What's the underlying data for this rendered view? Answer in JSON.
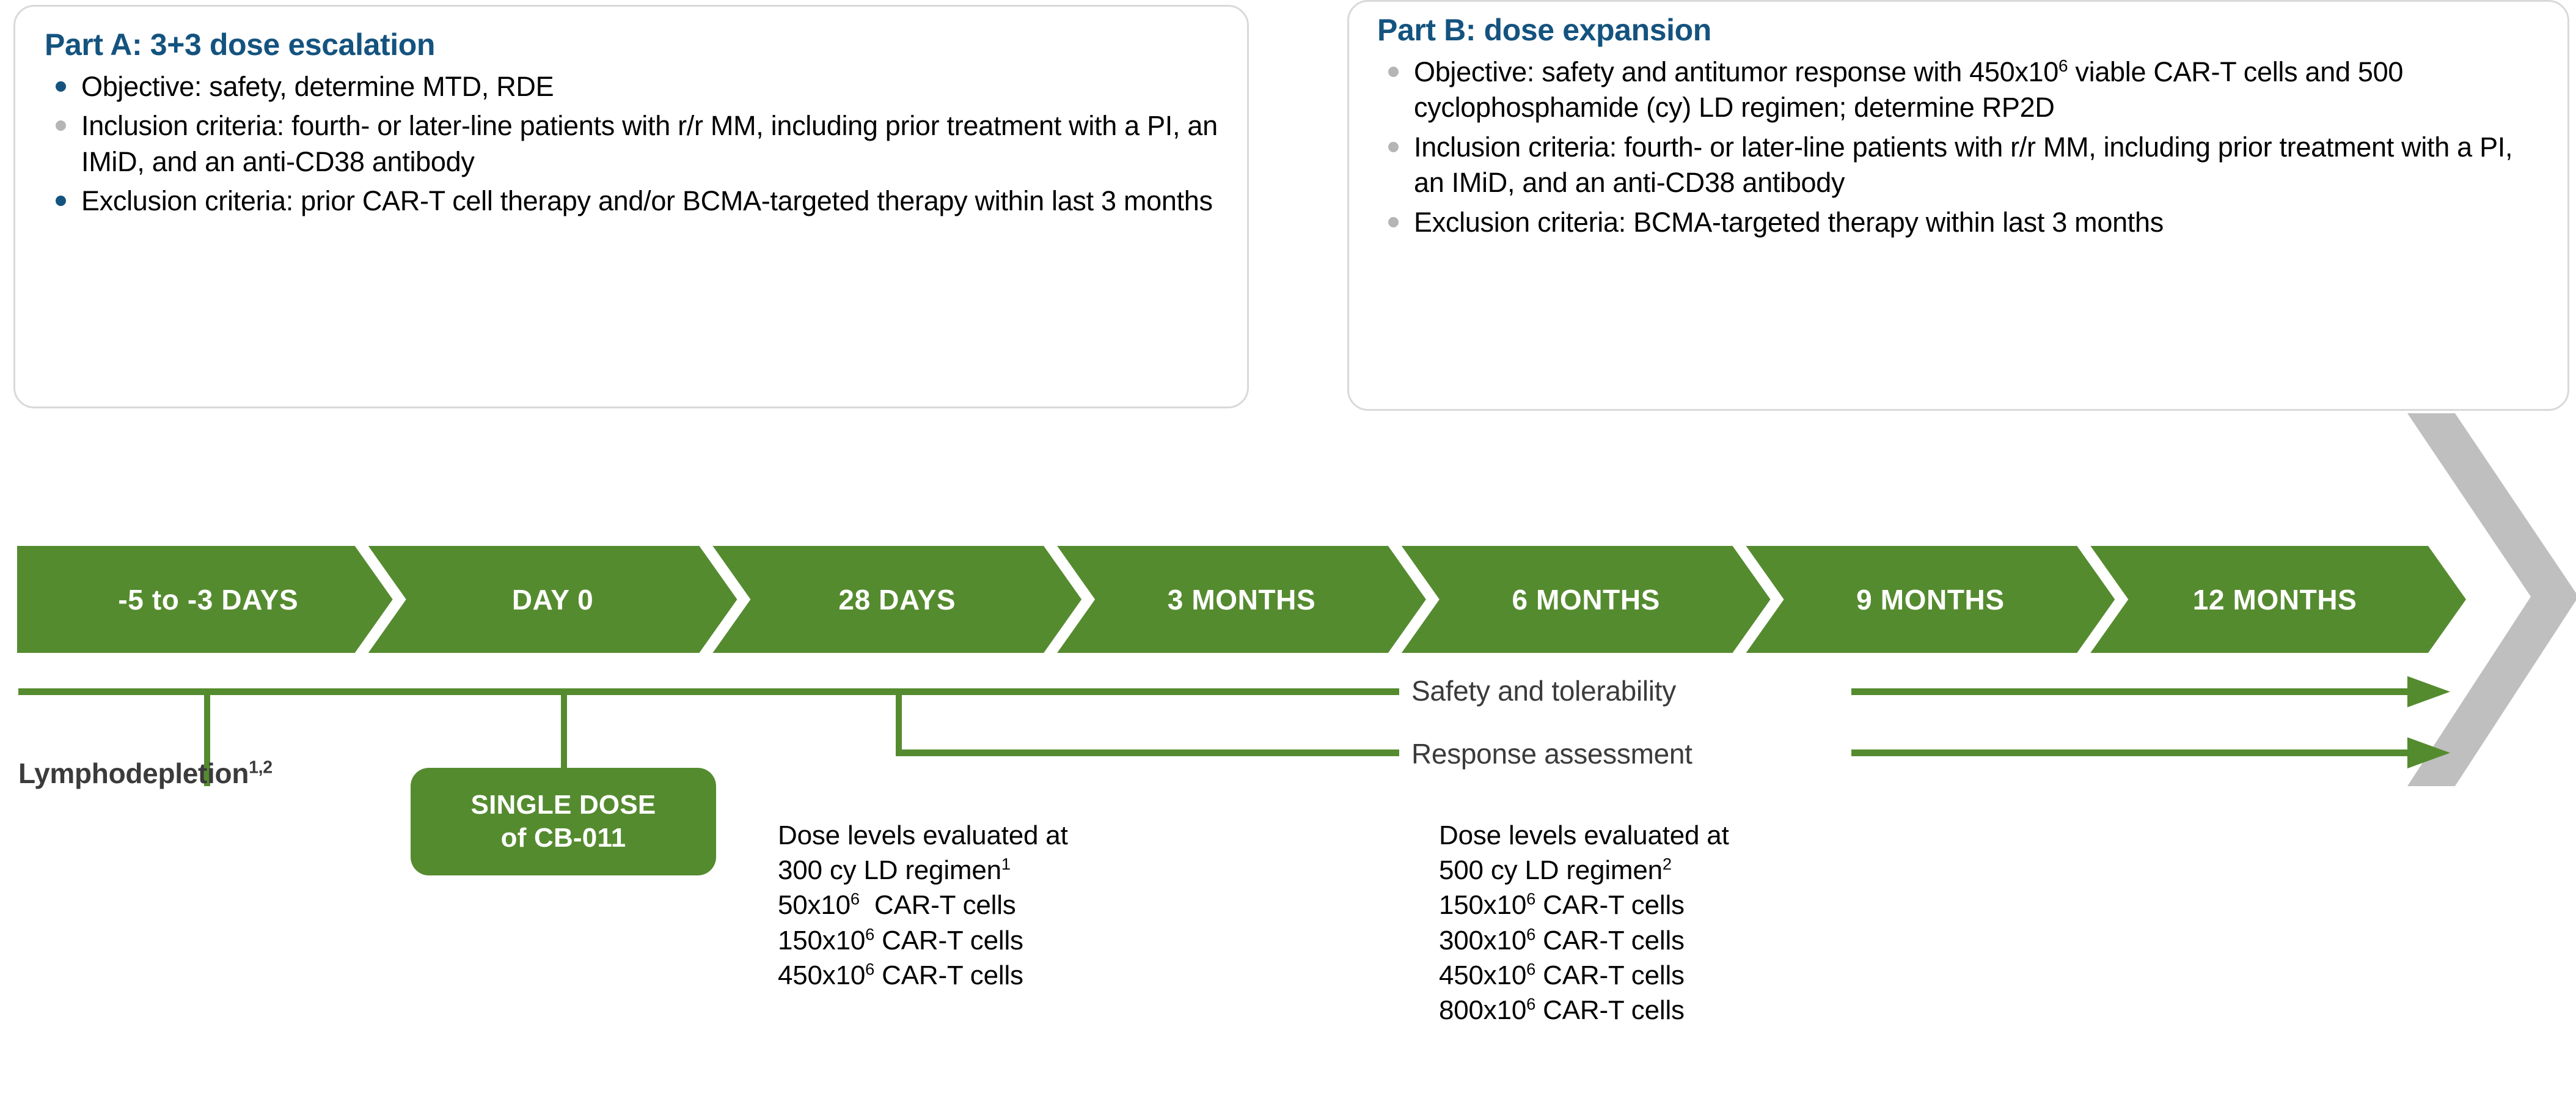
{
  "cards": [
    {
      "id": "part-a",
      "title": "Part A: 3+3 dose escalation",
      "bullets": [
        {
          "marker": "blue",
          "text": "Objective: safety, determine MTD, RDE"
        },
        {
          "marker": "grey",
          "text": "Inclusion criteria: fourth- or later-line patients with r/r MM, including prior treatment with a PI, an IMiD, and an anti-CD38 antibody"
        },
        {
          "marker": "blue",
          "text": "Exclusion criteria: prior CAR-T cell therapy and/or BCMA-targeted therapy within last 3 months"
        }
      ]
    },
    {
      "id": "part-b",
      "title": "Part B: dose expansion",
      "bullets": [
        {
          "marker": "grey",
          "html": "Objective: safety and antitumor response with 450x10<sup>6</sup> viable CAR-T cells and 500 cyclophosphamide (cy) LD regimen; determine RP2D"
        },
        {
          "marker": "grey",
          "html": "Inclusion criteria: fourth- or later-line patients with r/r MM, including prior treatment with a PI, an IMiD, and an anti-CD38 antibody"
        },
        {
          "marker": "grey",
          "html": "Exclusion criteria: BCMA-targeted therapy within last 3 months"
        }
      ]
    }
  ],
  "timeline": {
    "segments": [
      {
        "label": "-5 to -3 DAYS"
      },
      {
        "label": "DAY 0"
      },
      {
        "label": "28 DAYS"
      },
      {
        "label": "3 MONTHS"
      },
      {
        "label": "6 MONTHS"
      },
      {
        "label": "9 MONTHS"
      },
      {
        "label": "12 MONTHS"
      }
    ]
  },
  "annotations": {
    "lymphodepletion_html": "Lymphodepletion<sup>1,2</sup>",
    "single_dose_line1": "SINGLE DOSE",
    "single_dose_line2": "of CB-011",
    "safety_label": "Safety and tolerability",
    "response_label": "Response assessment"
  },
  "dose_blocks": [
    {
      "id": "dose-left",
      "heading_line1": "Dose levels evaluated at",
      "heading_line2_html": "300 cy LD regimen<sup>1</sup>",
      "levels_html": [
        "50x10<sup>6</sup>&nbsp; CAR-T cells",
        "150x10<sup>6</sup> CAR-T cells",
        "450x10<sup>6</sup> CAR-T cells"
      ]
    },
    {
      "id": "dose-right",
      "heading_line1": "Dose levels evaluated at",
      "heading_line2_html": "500 cy LD regimen<sup>2</sup>",
      "levels_html": [
        "150x10<sup>6</sup> CAR-T cells",
        "300x10<sup>6</sup> CAR-T cells",
        "450x10<sup>6</sup> CAR-T cells",
        "800x10<sup>6</sup> CAR-T cells"
      ]
    }
  ],
  "colors": {
    "green": "#558B2F",
    "blue": "#14537f",
    "grey_chevron": "#bfbfbf",
    "card_border": "#d9d9d9",
    "bullet_grey": "#b5b5b5",
    "text_dark": "#3b3b3b"
  }
}
